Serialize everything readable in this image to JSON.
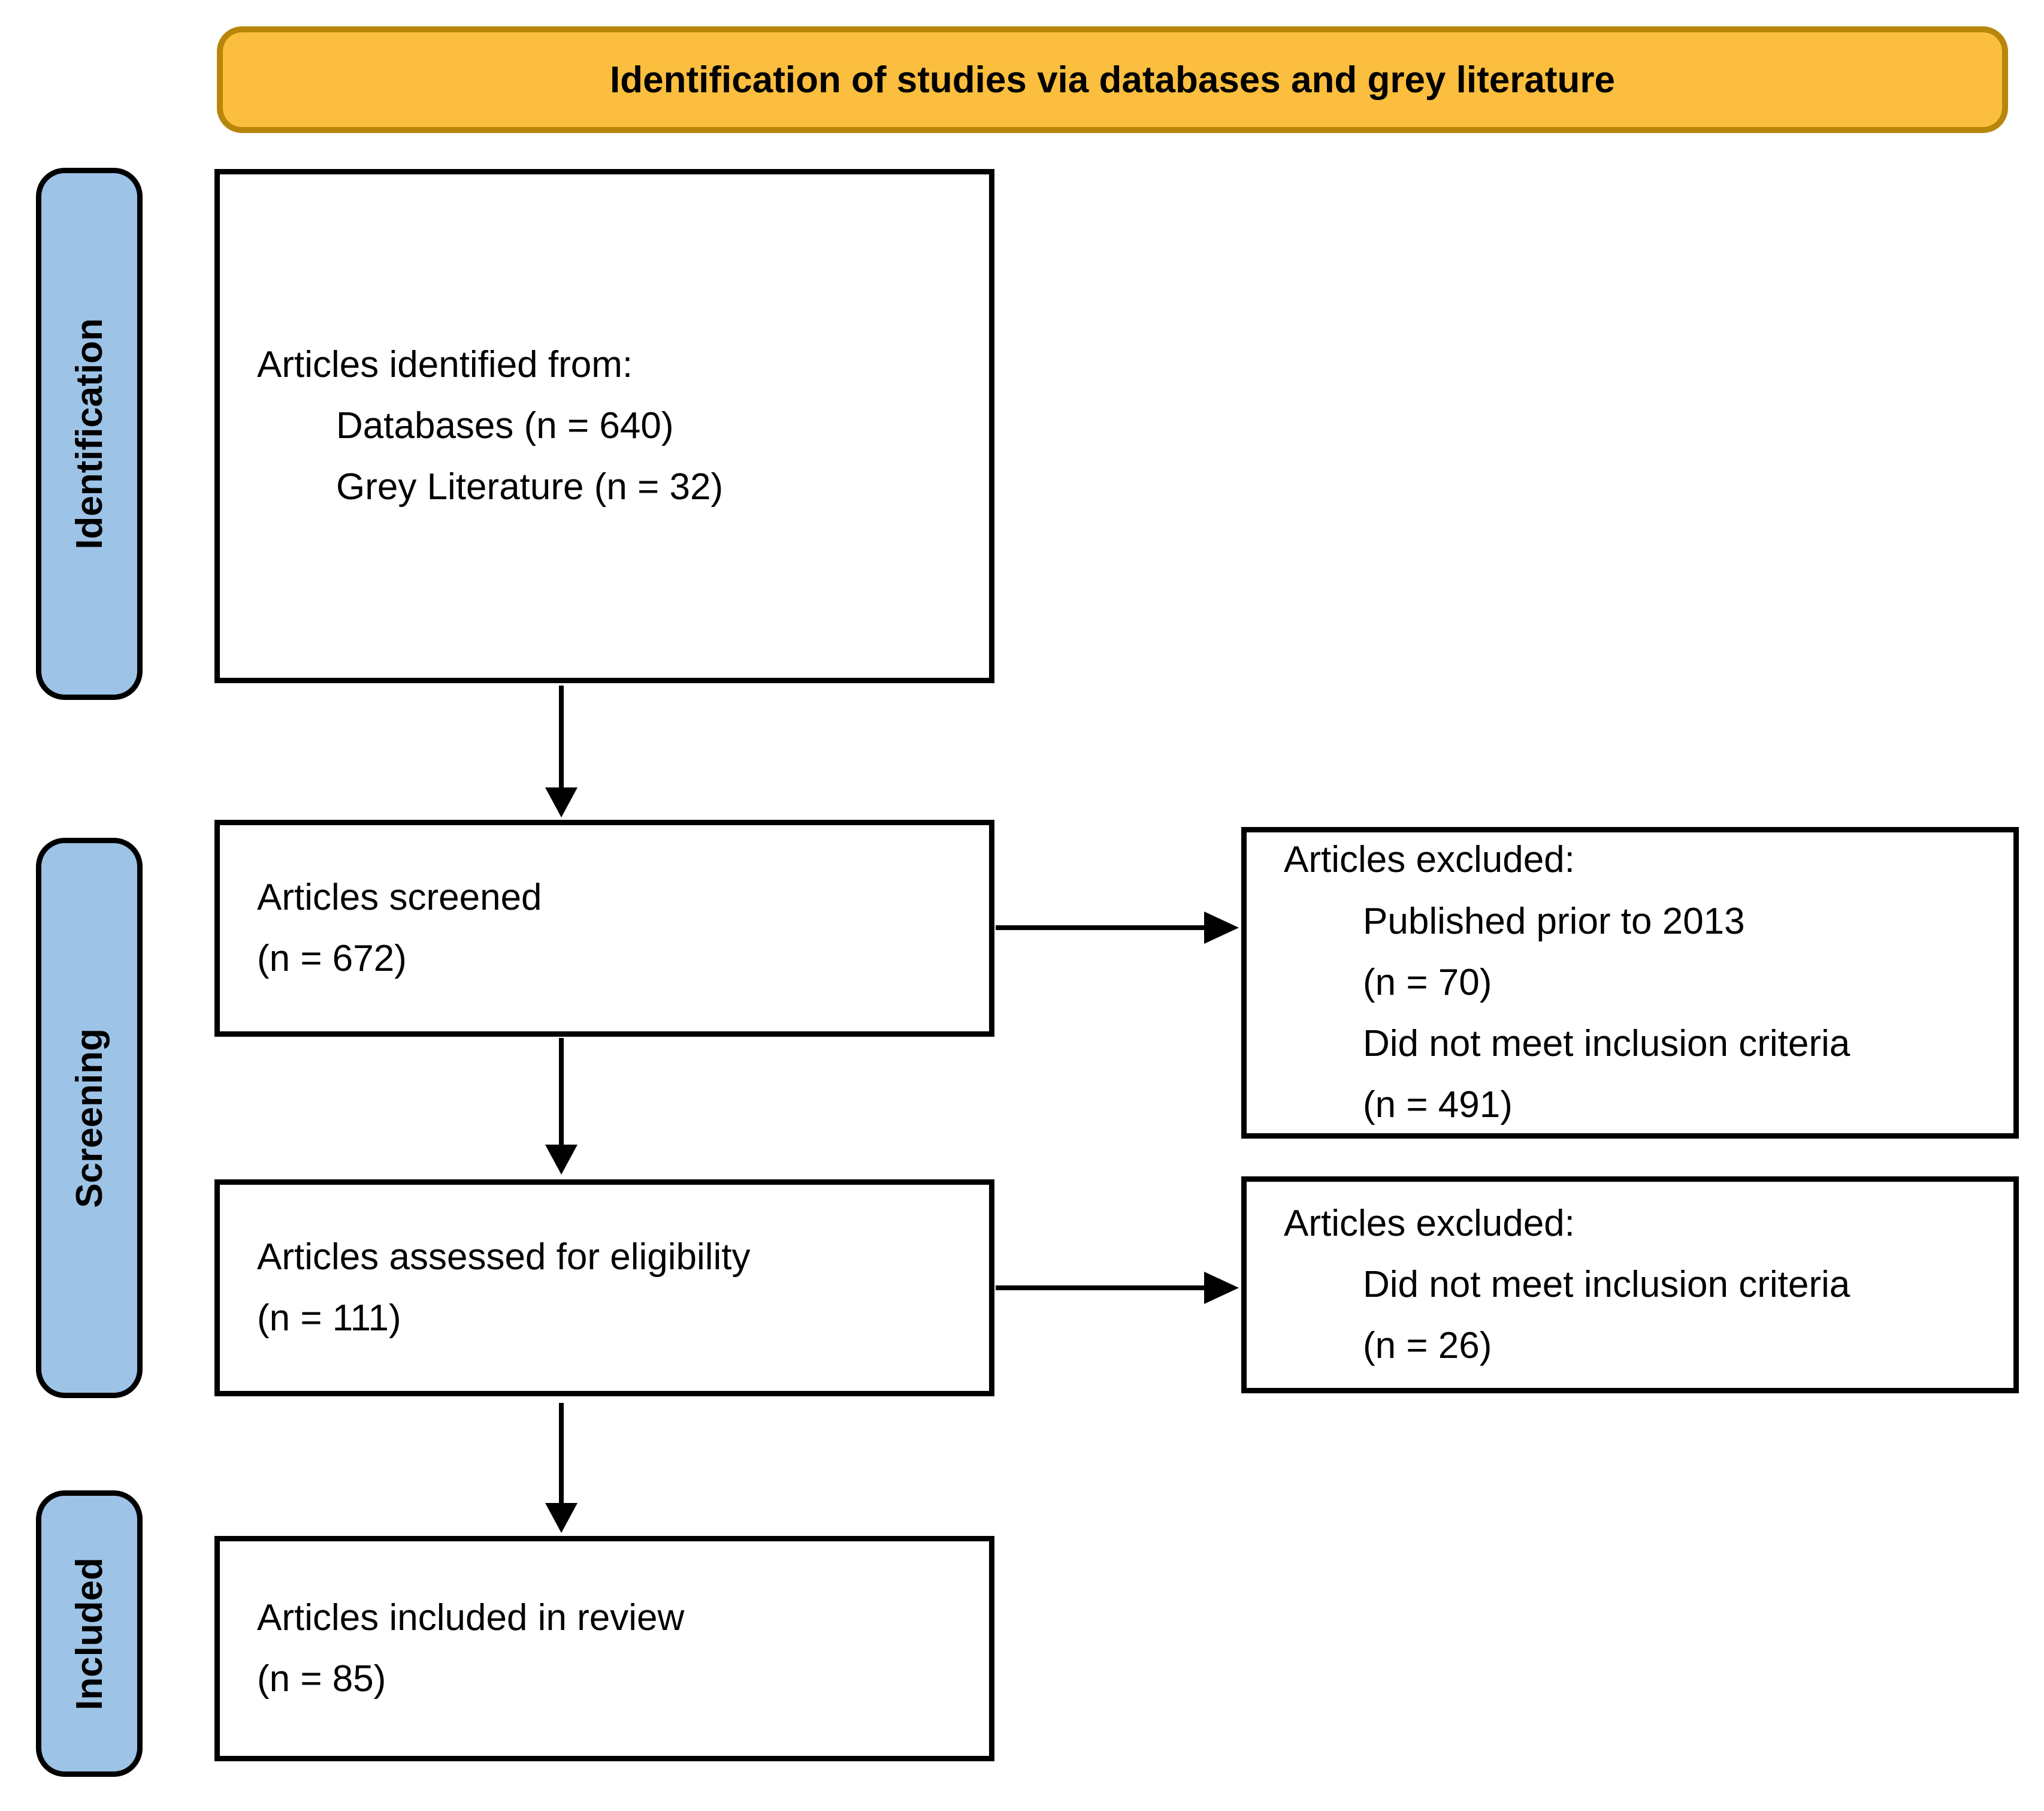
{
  "banner": {
    "title": "Identification of studies via databases and grey literature"
  },
  "stage_labels": {
    "identification": "Identification",
    "screening": "Screening",
    "included": "Included"
  },
  "flow_boxes": {
    "identified": {
      "heading": "Articles identified from:",
      "items": [
        "Databases (n = 640)",
        "Grey Literature (n = 32)"
      ]
    },
    "screened": {
      "line1": "Articles screened",
      "line2": "(n = 672)"
    },
    "assessed": {
      "line1": "Articles assessed for eligibility",
      "line2": "(n = 111)"
    },
    "included": {
      "line1": "Articles included in review",
      "line2": "(n = 85)"
    }
  },
  "exclusion_boxes": {
    "first": {
      "heading": "Articles excluded:",
      "items": [
        "Published prior to 2013",
        "(n = 70)",
        "Did not meet inclusion criteria",
        "(n = 491)"
      ]
    },
    "second": {
      "heading": "Articles excluded:",
      "items": [
        "Did not meet inclusion criteria",
        "(n = 26)"
      ]
    }
  },
  "colors": {
    "banner_fill": "#FBBE3E",
    "banner_border": "#B8860B",
    "stage_fill": "#9DC3E6",
    "box_border": "#000000",
    "arrow": "#000000"
  }
}
